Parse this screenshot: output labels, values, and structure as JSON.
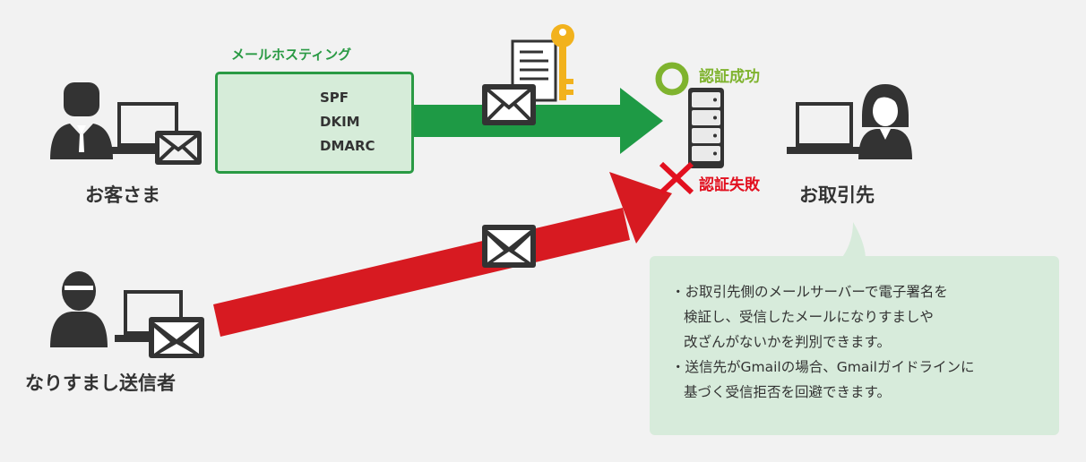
{
  "diagram": {
    "customer_label": "お客さま",
    "spoofer_label": "なりすまし送信者",
    "partner_label": "お取引先",
    "hosting": {
      "title": "メールホスティング",
      "protocols": [
        "SPF",
        "DKIM",
        "DMARC"
      ]
    },
    "auth_success": "認証成功",
    "auth_fail": "認証失敗",
    "description": [
      "・お取引先側のメールサーバーで電子署名を",
      "検証し、受信したメールになりすましや",
      "改ざんがないかを判別できます。",
      "・送信先がGmailの場合、Gmailガイドラインに",
      "基づく受信拒否を回避できます。"
    ],
    "colors": {
      "background": "#f2f2f2",
      "green_arrow": "#1e9a45",
      "red_arrow": "#d71a21",
      "hosting_border": "#2a9a44",
      "hosting_fill": "#d6ecd9",
      "success": "#7fb32e",
      "fail": "#e2101f",
      "bubble_fill": "#d7ebdb",
      "icon_dark": "#333333",
      "key_gold": "#f2b21d"
    },
    "icons": [
      "person-icon",
      "laptop-icon",
      "envelope-icon",
      "server-icon",
      "document-icon",
      "key-icon",
      "circle-check-icon",
      "cross-icon",
      "spoofer-icon",
      "woman-icon"
    ]
  }
}
